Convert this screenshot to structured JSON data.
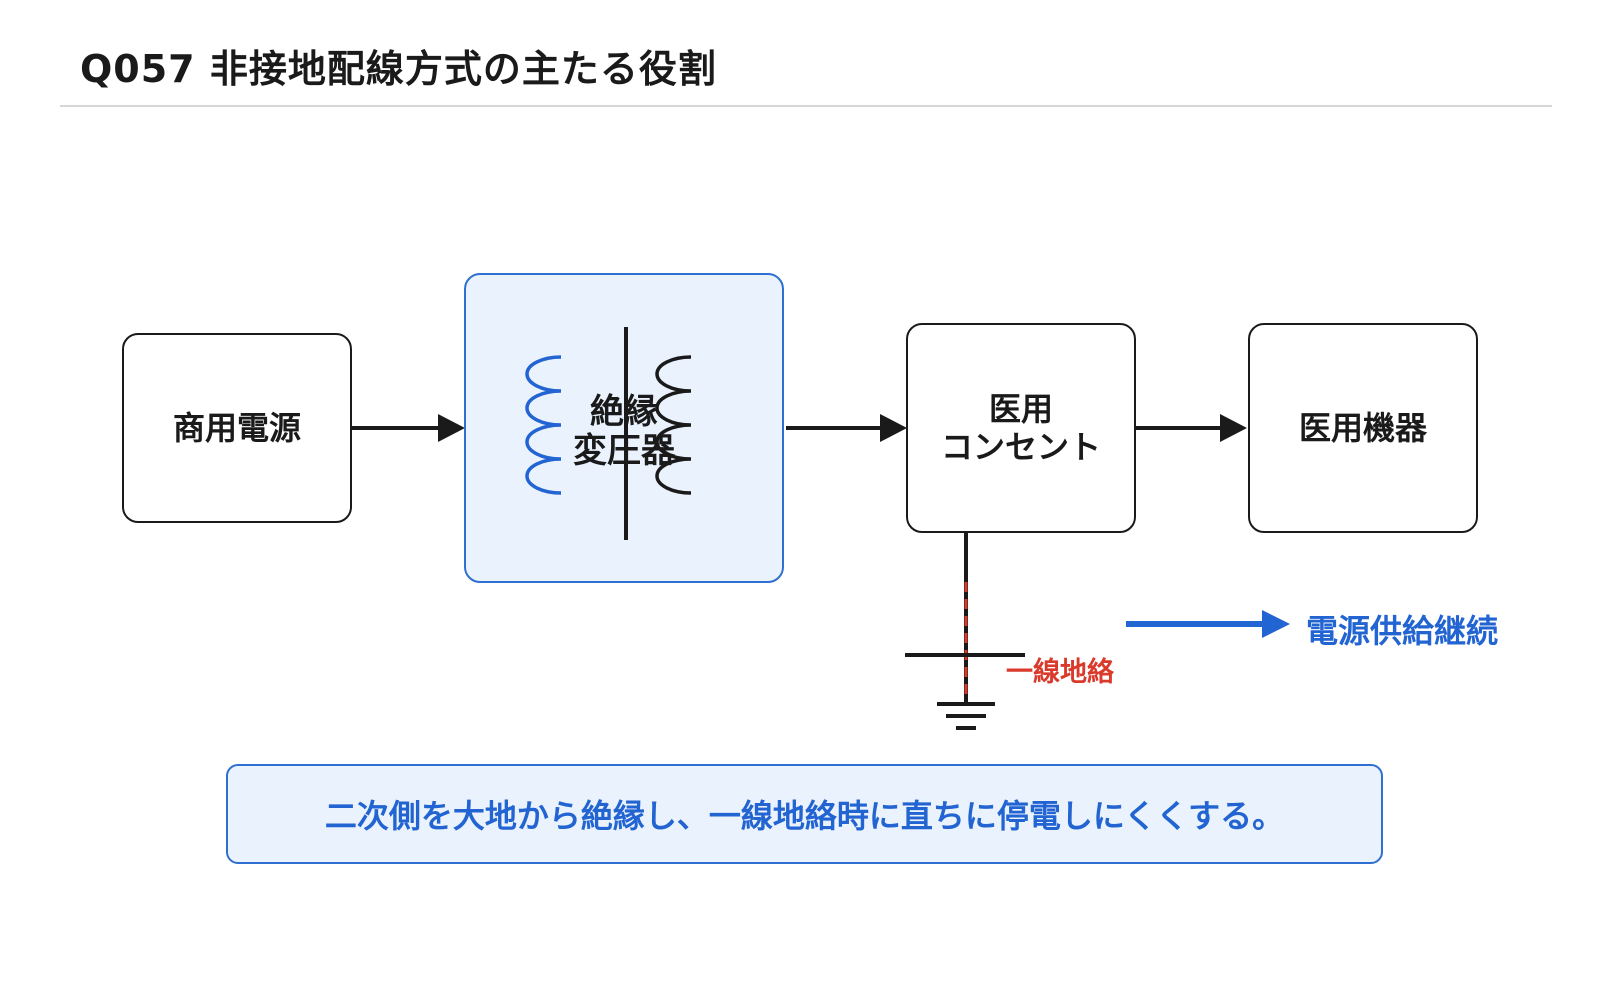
{
  "title": "Q057  非接地配線方式の主たる役割",
  "blocks": {
    "power_source": "商用電源",
    "transformer": "絶縁\n変圧器",
    "outlet": "医用\nコンセント",
    "equipment": "医用機器"
  },
  "fault_label": "一線地絡",
  "supply_label": "電源供給継続",
  "caption": "二次側を大地から絶縁し、一線地絡時に直ちに停電しにくくする。",
  "colors": {
    "accent_blue": "#2264d1",
    "transformer_fill": "#eaf2fd",
    "fault_red": "#d93a2b",
    "line_black": "#1a1a1a"
  }
}
